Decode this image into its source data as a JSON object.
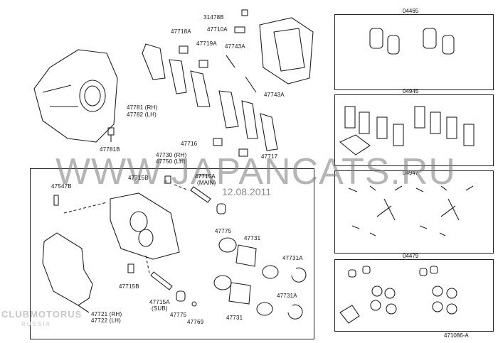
{
  "watermark": "WWW.JAPANCATS.RU",
  "date": "12.08.2011",
  "logo": {
    "text": "CLUBMOTORUS",
    "sub": "RUSSIA"
  },
  "diagram_ref": "471086-A",
  "upper_labels": {
    "p31478B": "31478B",
    "p47710A": "47710A",
    "p47718A": "47718A",
    "p47719A": "47719A",
    "p47743A_1": "47743A",
    "p47743A_2": "47743A",
    "p47781": "47781 (RH)",
    "p47782": "47782 (LH)",
    "p47781B": "47781B",
    "p47716": "47716",
    "p47717": "47717",
    "p47730": "47730 (RH)",
    "p47750": "47750 (LH)"
  },
  "caliper_labels": {
    "p47547B": "47547B",
    "p47715B_top": "47715B",
    "p47715A_main": "47715A",
    "main": "(MAIN)",
    "p47775_top": "47775",
    "p47731_top": "47731",
    "p47731A_top": "47731A",
    "p47715B_bot": "47715B",
    "p47715A_sub": "47715A",
    "sub": "(SUB)",
    "p47775_bot": "47775",
    "p47769": "47769",
    "p47731_bot": "47731",
    "p47731A_bot": "47731A",
    "p47721": "47721 (RH)",
    "p47722": "47722 (LH)"
  },
  "kits": [
    {
      "code": "04465"
    },
    {
      "code": "04945"
    },
    {
      "code": "04947"
    },
    {
      "code": "04479"
    }
  ]
}
